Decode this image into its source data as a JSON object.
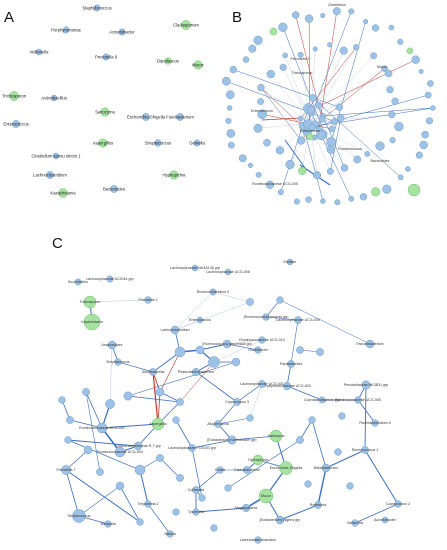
{
  "colors": {
    "bacteria": "#9ec2e6",
    "bacteria_stroke": "#6f9bc8",
    "fungi": "#a6e3a1",
    "fungi_stroke": "#6fbf68",
    "edge_positive": "#3b6fc4",
    "edge_negative": "#c0392b",
    "edge_light": "#b9c9e6"
  },
  "panels": {
    "A": {
      "letter": "A",
      "nodes": [
        {
          "label": "Staphylococcus",
          "type": "bacteria"
        },
        {
          "label": "Porphyromonas",
          "type": "bacteria"
        },
        {
          "label": "Acinetobacter",
          "type": "bacteria"
        },
        {
          "label": "Cladosporium",
          "type": "fungi"
        },
        {
          "label": "Veillonella",
          "type": "bacteria"
        },
        {
          "label": "Prevotella 9",
          "type": "bacteria"
        },
        {
          "label": "Dipodascus",
          "type": "fungi"
        },
        {
          "label": "Mucor",
          "type": "fungi"
        },
        {
          "label": "Trichosporon",
          "type": "fungi"
        },
        {
          "label": "Actinobacillus",
          "type": "bacteria"
        },
        {
          "label": "Saitozyma",
          "type": "fungi"
        },
        {
          "label": "Escherichia-Shigella",
          "type": "bacteria"
        },
        {
          "label": "Fusobacterium",
          "type": "bacteria"
        },
        {
          "label": "Enterococcus",
          "type": "bacteria"
        },
        {
          "label": "Aspergillus",
          "type": "fungi"
        },
        {
          "label": "Streptococcus",
          "type": "bacteria"
        },
        {
          "label": "Gemella",
          "type": "bacteria"
        },
        {
          "label": "Clostridium sensu stricto 1",
          "type": "bacteria"
        },
        {
          "label": "Lachnoclostridium",
          "type": "bacteria"
        },
        {
          "label": "Hyphopichia",
          "type": "fungi"
        },
        {
          "label": "Kazachstania",
          "type": "fungi"
        },
        {
          "label": "Bacteroides",
          "type": "bacteria"
        }
      ]
    },
    "B": {
      "letter": "B",
      "labels": [
        "Clostridium",
        "Mucor",
        "Trichosporon",
        "Enterococcus",
        "Ruminococcaceae UCG-005",
        "Prevotella 9",
        "Eubacterium",
        "Ruminococcus",
        "Bacteroides"
      ]
    },
    "C": {
      "letter": "C",
      "labels": [
        "Lachnospiraceae NK4A136 grp",
        "Lachnospiraceae UCG-008",
        "Dialister",
        "Succinivibrio",
        "Lachnospiraceae AC2044 grp",
        "Ruminoclostridium 9",
        "Trichosporon",
        "Kazachstania",
        "Prevotella 2",
        "Enterococcus",
        "Lachnoclostridium",
        "[Ruminococcus] torques grp",
        "Lachnospiraceae UCG-004",
        "Ruminococcaceae UCG-014",
        "Anaerostipes",
        "Oscillibacter",
        "Butyricicoccus",
        "[Ruminococcus] gauvreauii grp",
        "Shuttleworthia",
        "Phascolarctobacterium",
        "Parasutterella",
        "Aspergillus",
        "Erysipelotrichaceae UCG-003",
        "Coprococcus 3",
        "Ruminococcaceae UCG-005",
        "Faecalibacterium",
        "Coprostanoligenes grp",
        "Saitozyma",
        "Ruminococcus 1",
        "Lachnospiraceae FCS020 grp",
        "[Eubacterium] ruminantium grp",
        "Ruminococcaceae UCG-002",
        "Ruminococcaceae UCG-004",
        "Escherichia-Shigella",
        "Bifidobacterium",
        "Prevotella 7",
        "Mucor",
        "Hyphopichia",
        "Lachnospiraceae UCG-001",
        "Catenibacterium",
        "Christensenellaceae R-7 grp",
        "Alloprevotella",
        "Dorea",
        "Collinsella",
        "Treponema 2",
        "Tyzzerella",
        "[Eubacterium] eligens grp",
        "Megasphaera",
        "Prevotellaceae NK3B31 grp",
        "Streptococcus",
        "Veillonella",
        "Roseburia",
        "Slackia",
        "Lachnoanaerobaculum",
        "Coprococcus 2",
        "Weissella",
        "Ruminiclostridium 6",
        "Acinetobacter"
      ]
    }
  }
}
